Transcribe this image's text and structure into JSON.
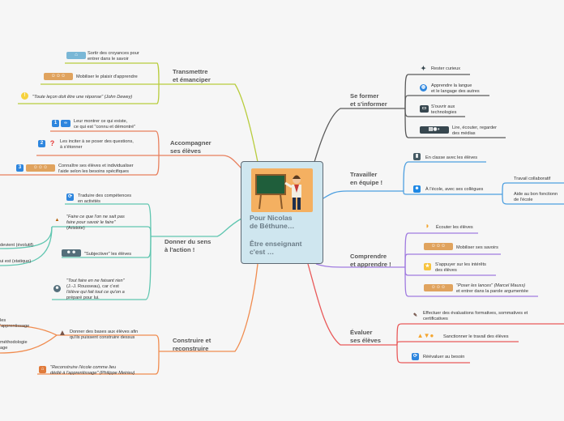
{
  "central": {
    "line1": "Pour Nicolas",
    "line2": "de Béthune…",
    "line3": "Être enseignant",
    "line4": "c'est …"
  },
  "colors": {
    "transmettre": "#b8cc3c",
    "accompagner": "#e8805e",
    "sens": "#5fc6b0",
    "construire": "#f08c4f",
    "former": "#5a5a5a",
    "equipe": "#4d9fe0",
    "comprendre": "#a07be0",
    "evaluer": "#e95a5a"
  },
  "branches": {
    "transmettre": {
      "l1": "Transmettre",
      "l2": "et émanciper",
      "items": [
        "Sortir des croyances pour",
        "entrer dans le savoir",
        "Mobiliser le plaisir d'apprendre",
        "\"Toute leçon doit être une réponse\" (John Dewey)"
      ]
    },
    "accompagner": {
      "l1": "Accompagner",
      "l2": "ses élèves",
      "items": [
        "Leur montrer ce qui existe,",
        "ce qui est \"connu et démontré\"",
        "Les inciter à se poser des questions,",
        "à s'étonner",
        "Connaître ses élèves et individualiser",
        "l'aide selon les besoins spécifiques"
      ]
    },
    "sens": {
      "l1": "Donner du sens",
      "l2": "à l'action !",
      "items": [
        "Traduire des compétences",
        "en activités",
        "\"Faire ce que l'on ne sait pas",
        "faire pour savoir le faire\"",
        "(Aristote)",
        "\"Subjectiver\" les élèves",
        "\"Tout faire en ne faisant rien\"",
        "(J.-J. Rousseau), car c'est",
        "l'élève qui fait tout ce qu'on a",
        "préparé pour lui."
      ],
      "left": [
        "devient (évolutif)",
        "ui est (statique)"
      ]
    },
    "construire": {
      "l1": "Construire et",
      "l2": "reconstruire",
      "items": [
        "Donner des bases aux élèves afin",
        "qu'ils puissent construire dessus",
        "\"Reconstruire l'école comme lieu",
        "dédié à l'apprentissage\" (Philippe Meirieu)"
      ],
      "left": [
        "les",
        "'apprentissage",
        "méthodologie",
        "age"
      ]
    },
    "former": {
      "l1": "Se former",
      "l2": "et s'informer",
      "items": [
        "Rester curieux",
        "Apprendre la langue",
        "et le langage des autres",
        "S'ouvrir aux",
        "technologies",
        "Lire, écouter, regarder",
        "des médias"
      ]
    },
    "equipe": {
      "l1": "Travailler",
      "l2": "en équipe !",
      "items": [
        "En classe avec les élèves",
        "À l'école, avec ses collègues",
        "Travail collaboratif",
        "Aide au bon fonctionn",
        "de l'école"
      ]
    },
    "comprendre": {
      "l1": "Comprendre",
      "l2": "et apprendre !",
      "items": [
        "Écouter les élèves",
        "Mobiliser ses savoirs",
        "S'appuyer sur les intérêts",
        "des élèves",
        "\"Poser les lances\" (Marcel Mauss)",
        "et entrer dans la parole argumentée"
      ]
    },
    "evaluer": {
      "l1": "Évaluer",
      "l2": "ses élèves",
      "items": [
        "Effectuer des évaluations formatives, sommatives et",
        "certificatives",
        "Sanctionner le travail des élèves",
        "Réévaluer au besoin"
      ]
    }
  },
  "icons": {
    "numbers": [
      "1",
      "2",
      "3"
    ],
    "question": "?",
    "refresh": "⟳",
    "footsteps": "👣",
    "thumbs": "👍👎👊"
  }
}
